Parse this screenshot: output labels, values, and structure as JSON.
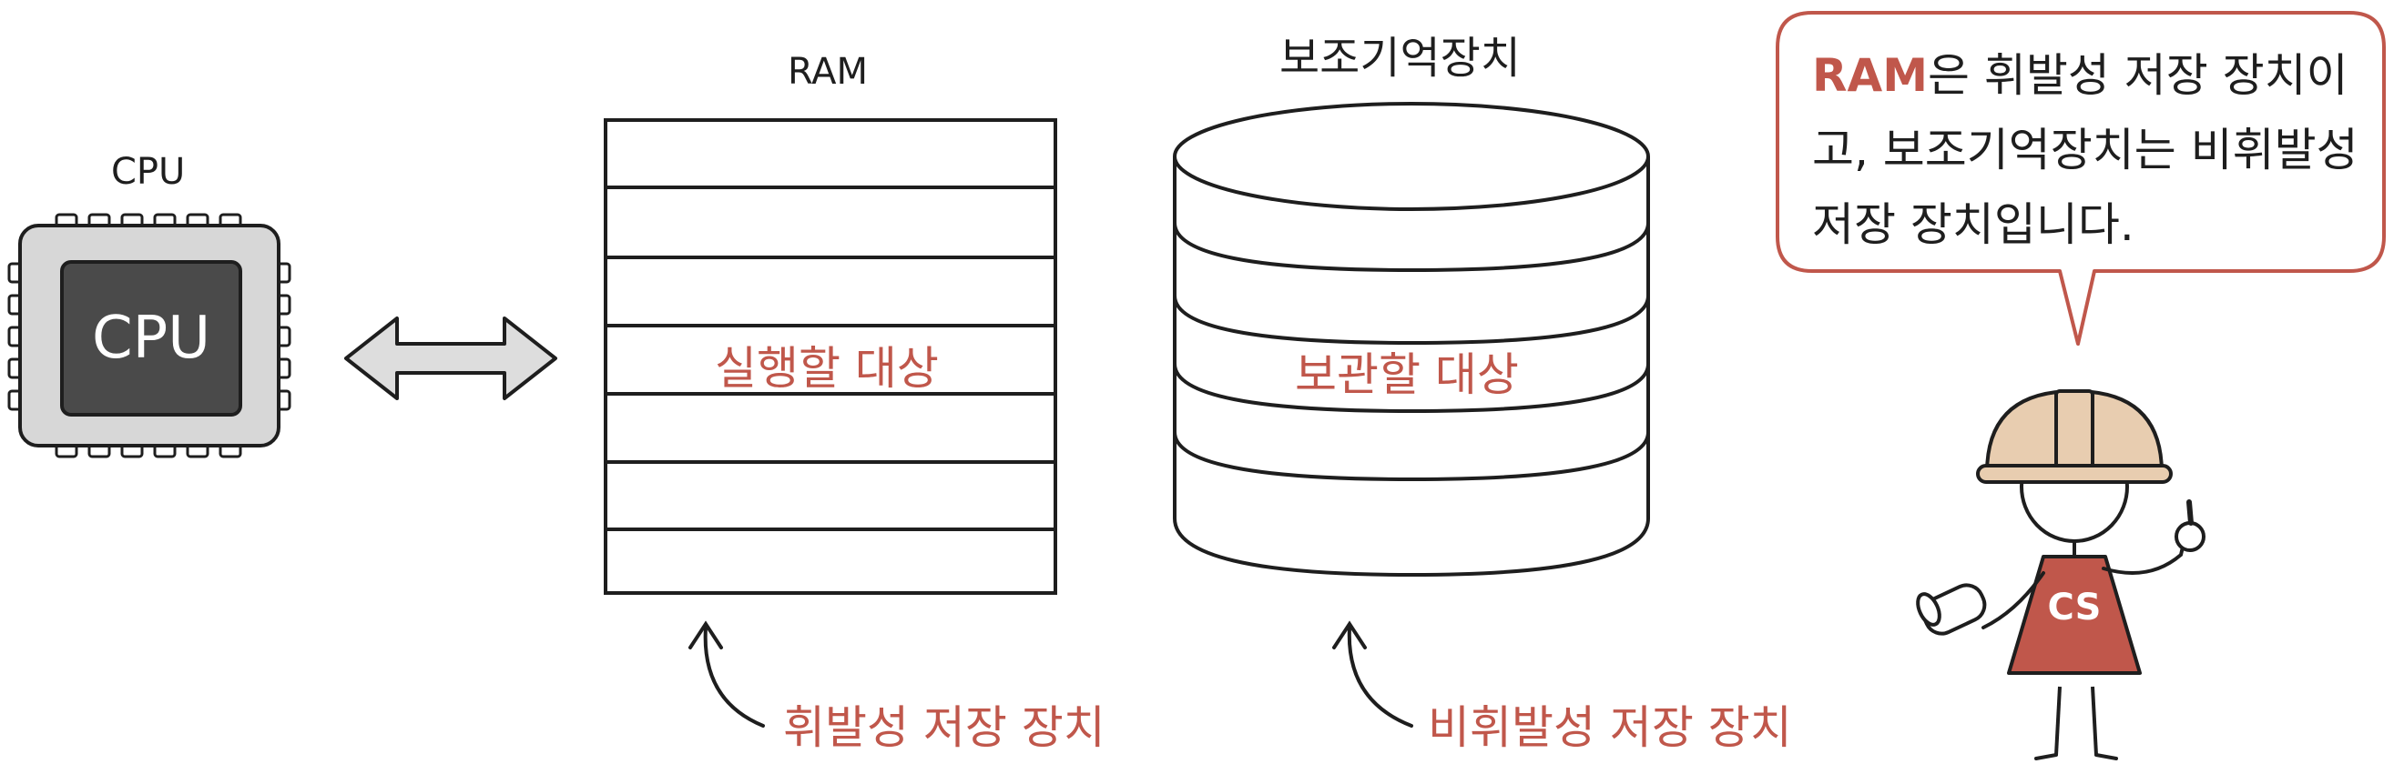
{
  "cpu": {
    "title": "CPU",
    "chip_label": "CPU"
  },
  "ram": {
    "title": "RAM",
    "content": "실행할 대상",
    "caption": "휘발성 저장 장치"
  },
  "storage": {
    "title": "보조기억장치",
    "content": "보관할 대상",
    "caption": "비휘발성 저장 장치"
  },
  "speech": {
    "highlight": "RAM",
    "line1_rest": "은 휘발성 저장 장치이",
    "line2": "고, 보조기억장치는 비휘발성",
    "line3": "저장 장치입니다."
  },
  "character": {
    "shirt_label": "CS"
  },
  "colors": {
    "accent": "#c0574b",
    "chip_body": "#d7d7d7",
    "chip_core": "#4a4a4a",
    "arrow_fill": "#dddddd"
  }
}
